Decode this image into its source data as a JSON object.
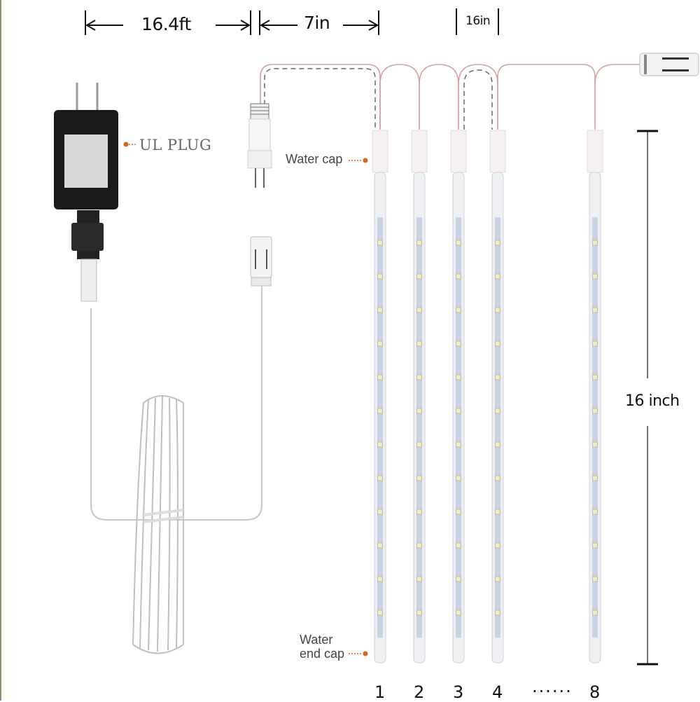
{
  "diagram": {
    "type": "product-dimension-diagram",
    "subject": "LED meteor shower tube lights",
    "dimensions": {
      "lead_cable": "16.4ft",
      "first_gap": "7in",
      "tube_spacing": "16in",
      "tube_length": "16 inch"
    },
    "callouts": {
      "plug": "UL PLUG",
      "water_cap": "Water cap",
      "end_cap_line1": "Water",
      "end_cap_line2": "end cap"
    },
    "tube_labels": [
      "1",
      "2",
      "3",
      "4",
      "......",
      "8"
    ],
    "colors": {
      "callout_dot": "#d2691e",
      "wire": "#d4a0a0",
      "dashed_guide": "#666666",
      "led_strip": "#c9d3e6",
      "adapter": "#1a1a1a",
      "text": "#111111"
    }
  }
}
